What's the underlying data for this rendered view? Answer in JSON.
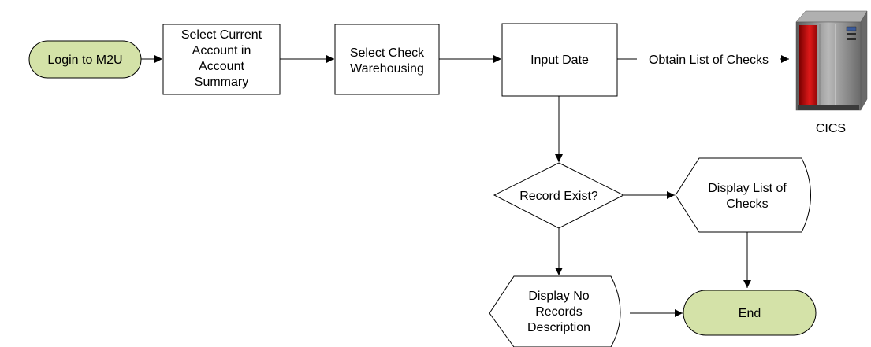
{
  "colors": {
    "terminal_fill": "#d4e2a8",
    "server_red": "#d8161a",
    "server_grey": "#8a8a8a"
  },
  "nodes": {
    "login": "Login to M2U",
    "select_account": [
      "Select Current",
      "Account in",
      "Account",
      "Summary"
    ],
    "select_check": [
      "Select Check",
      "Warehousing"
    ],
    "input_date": "Input Date",
    "record_exist": "Record Exist?",
    "display_list": [
      "Display List of",
      "Checks"
    ],
    "display_no_records": [
      "Display No",
      "Records",
      "Description"
    ],
    "end": "End"
  },
  "edges": {
    "obtain_list": "Obtain List of Checks"
  },
  "server": {
    "label": "CICS",
    "icon": "mainframe-server-icon"
  }
}
